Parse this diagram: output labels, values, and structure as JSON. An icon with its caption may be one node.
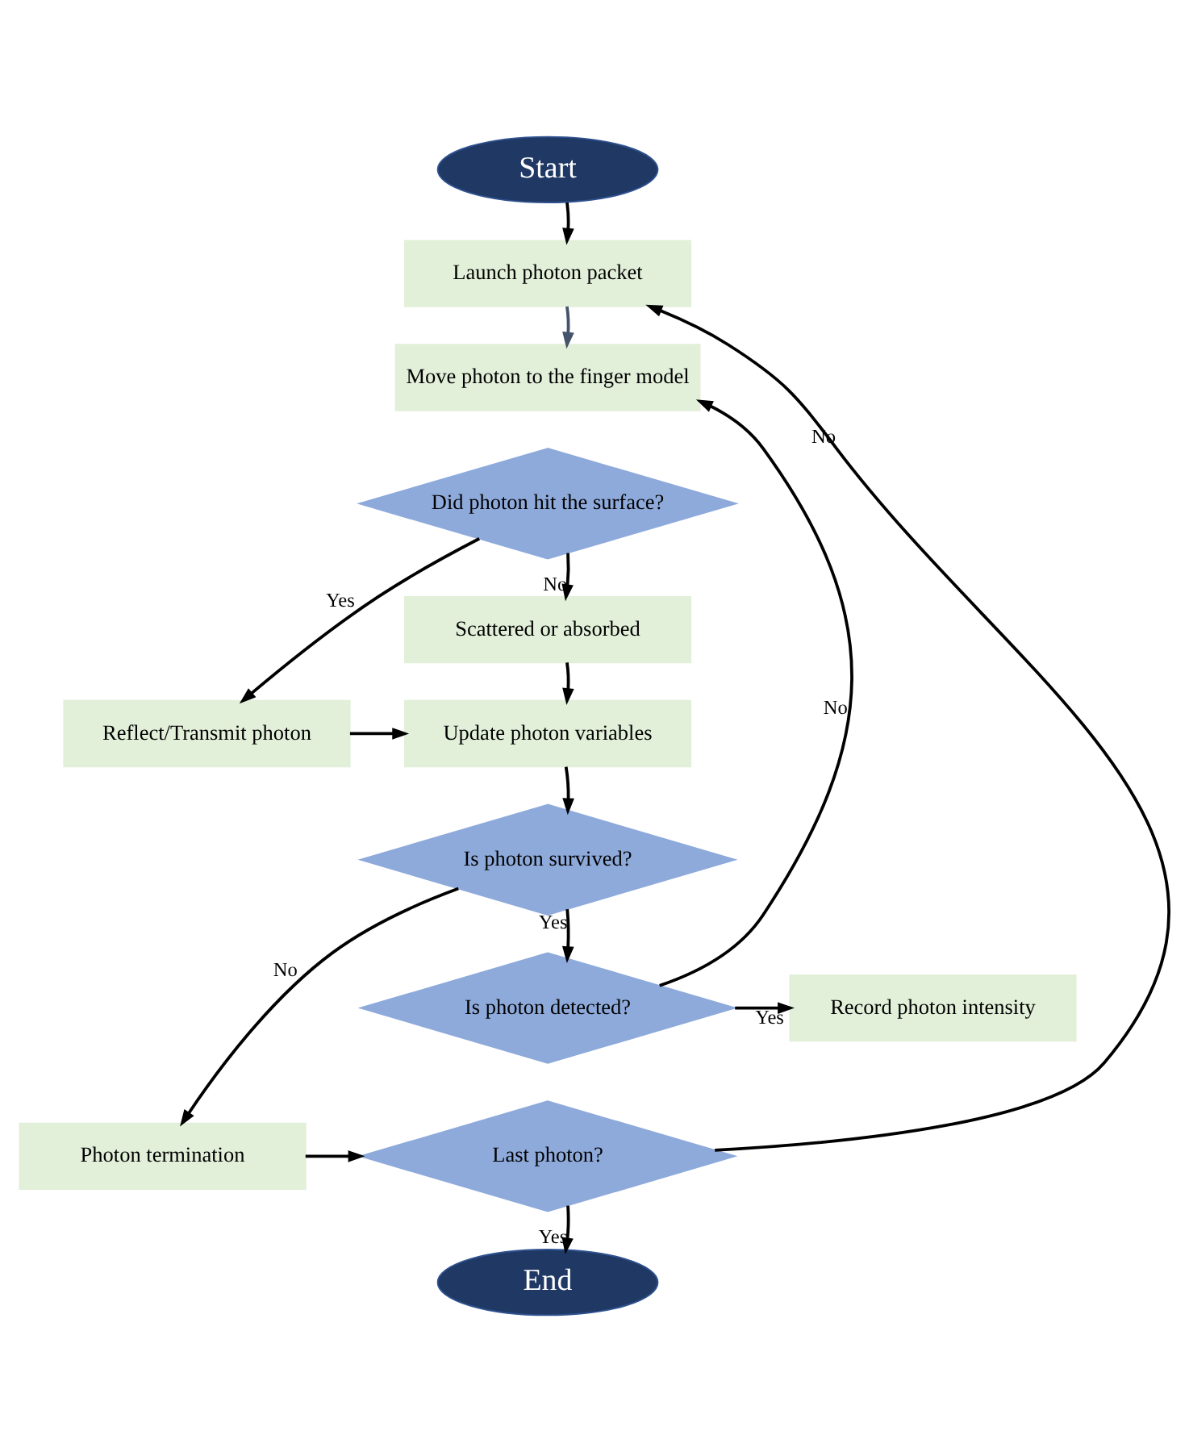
{
  "diagram": {
    "nodes": [
      {
        "text": [
          "Start"
        ]
      },
      {
        "text": [
          "Launch photon packet"
        ]
      },
      {
        "text": [
          "Move photon to the finger model"
        ]
      },
      {
        "text": [
          "Did photon hit the surface?"
        ]
      },
      {
        "text": [
          "Scattered or absorbed"
        ]
      },
      {
        "text": [
          "Reflect/Transmit photon"
        ]
      },
      {
        "text": [
          "Update photon variables"
        ]
      },
      {
        "text": [
          "Is photon survived?"
        ]
      },
      {
        "text": [
          "Is photon detected?"
        ]
      },
      {
        "text": [
          "Record photon intensity"
        ]
      },
      {
        "text": [
          "Photon termination"
        ]
      },
      {
        "text": [
          "Last photon?"
        ]
      },
      {
        "text": [
          "End"
        ]
      }
    ],
    "edges": [
      {
        "from": 0,
        "to": 1,
        "arrow": "to"
      },
      {
        "from": 1,
        "to": 2,
        "arrow": "to",
        "color": "#44546a"
      },
      {
        "from": 3,
        "to": 5,
        "arrow": "to",
        "label": "Yes"
      },
      {
        "from": 3,
        "to": 4,
        "arrow": "to",
        "label": "No"
      },
      {
        "from": 4,
        "to": 6,
        "arrow": "to"
      },
      {
        "from": 5,
        "to": 6,
        "arrow": "to"
      },
      {
        "from": 6,
        "to": 7,
        "arrow": "to"
      },
      {
        "from": 7,
        "to": 10,
        "arrow": "to",
        "label": "No"
      },
      {
        "from": 7,
        "to": 8,
        "arrow": "to",
        "label": "Yes"
      },
      {
        "from": 8,
        "to": 9,
        "arrow": "to",
        "label": "Yes"
      },
      {
        "from": 8,
        "to": 2,
        "arrow": "to",
        "label": "No"
      },
      {
        "from": 10,
        "to": 11,
        "arrow": "to"
      },
      {
        "from": 11,
        "to": 12,
        "arrow": "to",
        "label": "Yes"
      },
      {
        "from": 11,
        "to": 1,
        "arrow": "to",
        "label": "No"
      }
    ]
  }
}
